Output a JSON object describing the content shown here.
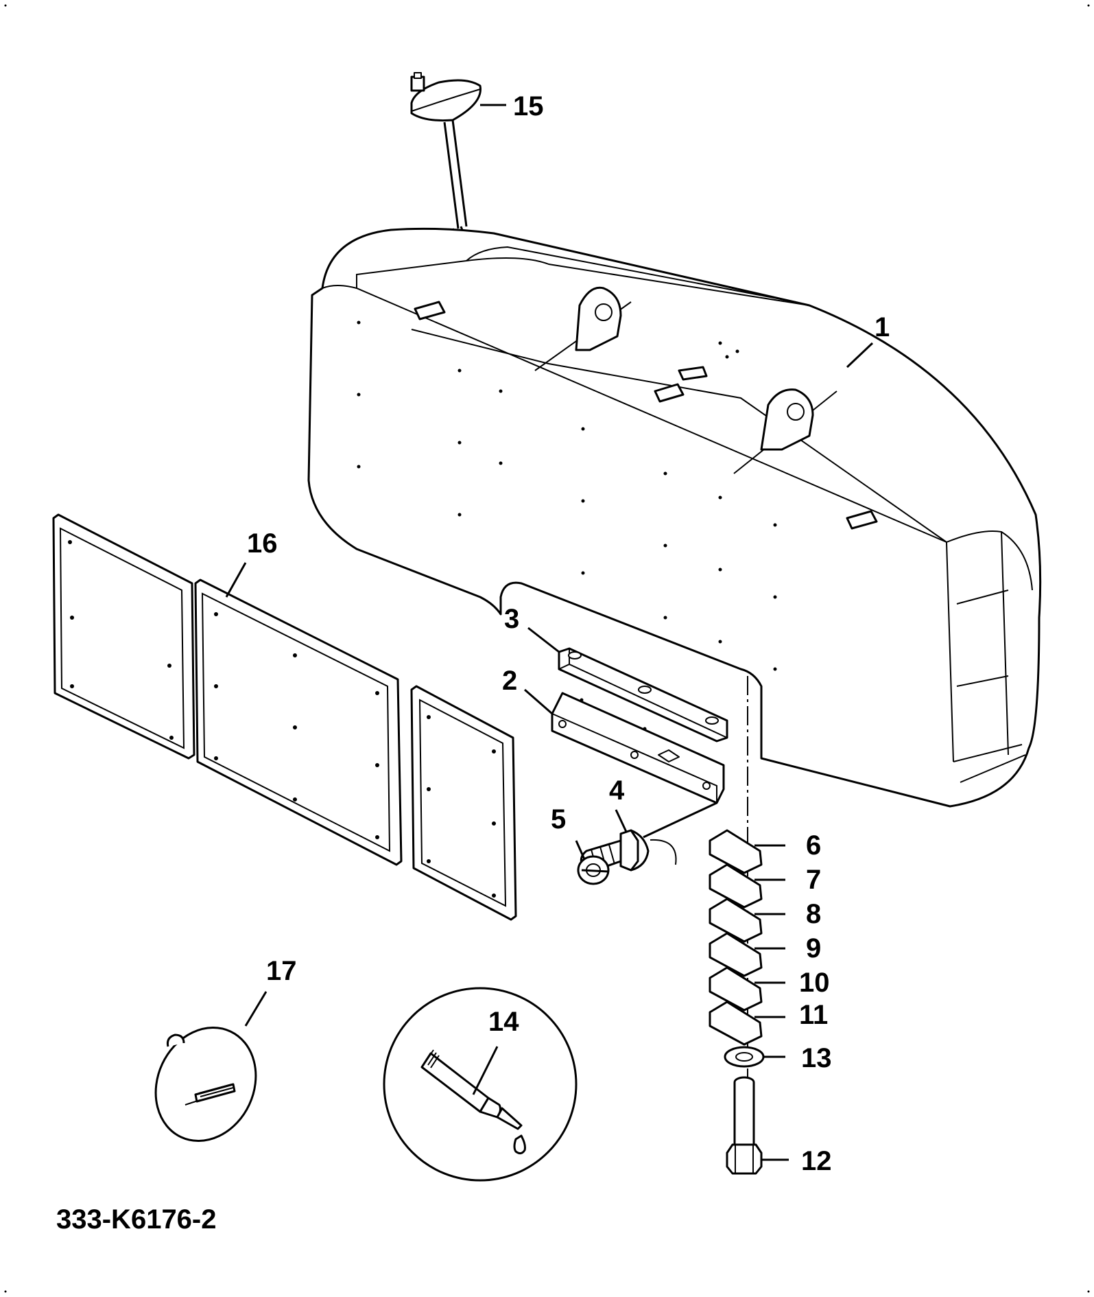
{
  "diagram": {
    "reference_code": "333-K6176-2",
    "callouts": [
      {
        "id": "1",
        "label": "1"
      },
      {
        "id": "2",
        "label": "2"
      },
      {
        "id": "3",
        "label": "3"
      },
      {
        "id": "4",
        "label": "4"
      },
      {
        "id": "5",
        "label": "5"
      },
      {
        "id": "6",
        "label": "6"
      },
      {
        "id": "7",
        "label": "7"
      },
      {
        "id": "8",
        "label": "8"
      },
      {
        "id": "9",
        "label": "9"
      },
      {
        "id": "10",
        "label": "10"
      },
      {
        "id": "11",
        "label": "11"
      },
      {
        "id": "12",
        "label": "12"
      },
      {
        "id": "13",
        "label": "13"
      },
      {
        "id": "14",
        "label": "14"
      },
      {
        "id": "15",
        "label": "15"
      },
      {
        "id": "16",
        "label": "16"
      },
      {
        "id": "17",
        "label": "17"
      }
    ]
  }
}
